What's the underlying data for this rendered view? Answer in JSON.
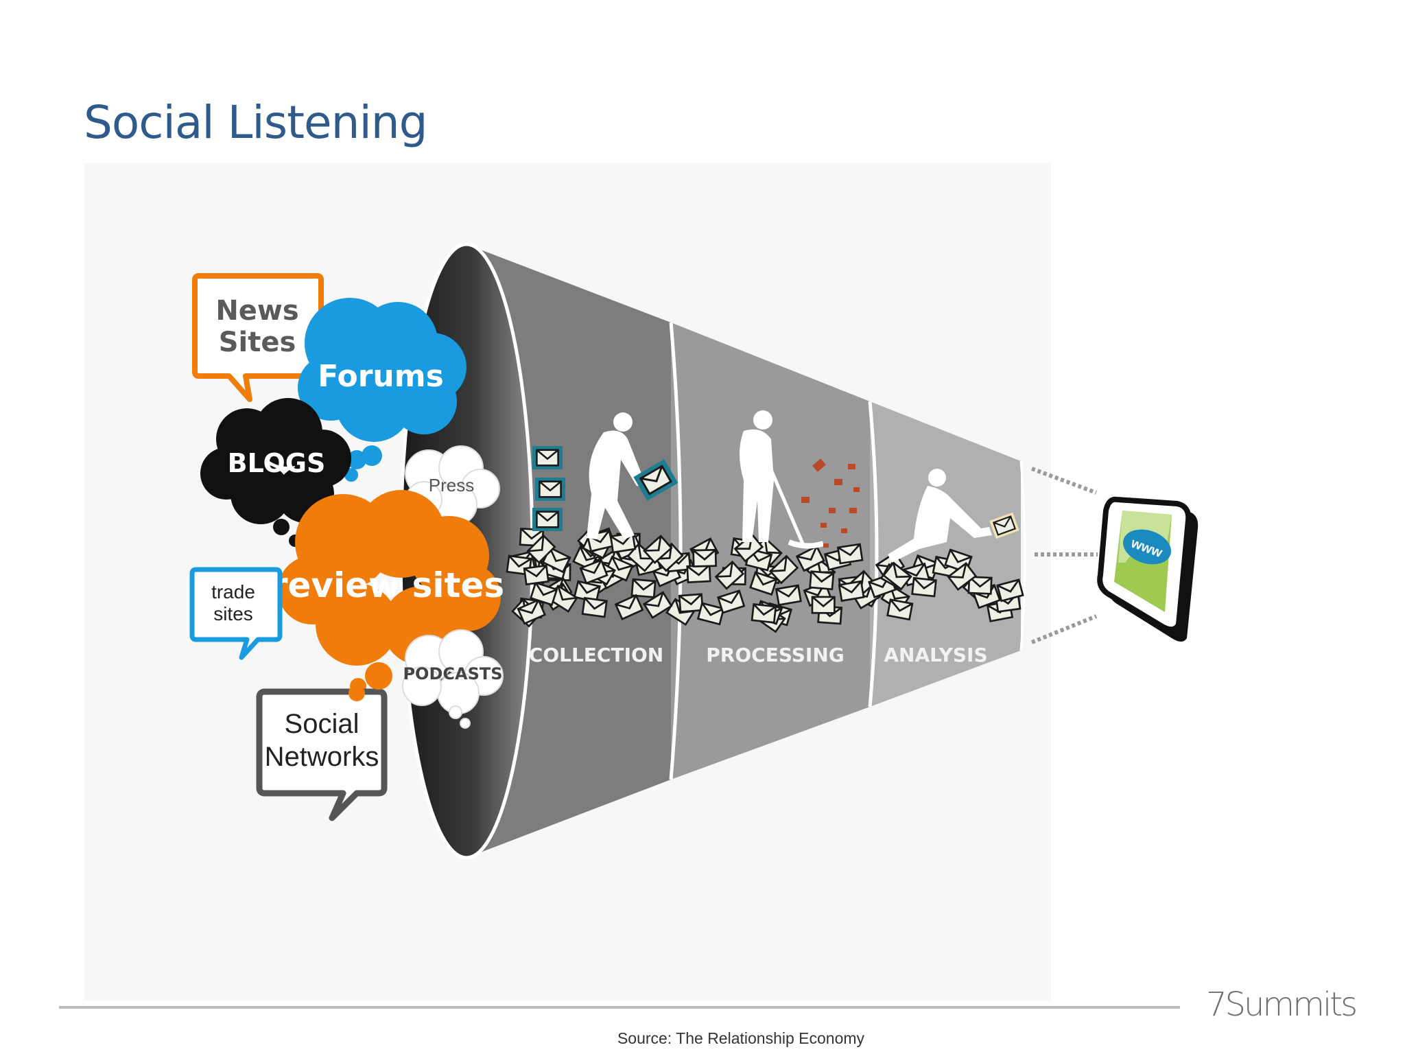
{
  "slide": {
    "title": "Social Listening",
    "source": "Source: The Relationship Economy",
    "brand": "7Summits"
  },
  "sources": {
    "news_sites": [
      "News",
      "Sites"
    ],
    "forums": "Forums",
    "blogs": "BLOGS",
    "press": "Press",
    "review_sites": "review sites",
    "trade_sites": [
      "trade",
      "sites"
    ],
    "podcasts": "PODCASTS",
    "social_networks": [
      "Social",
      "Networks"
    ]
  },
  "stages": [
    "COLLECTION",
    "PROCESSING",
    "ANALYSIS"
  ],
  "output": {
    "label": "www"
  },
  "colors": {
    "title": "#2f5a8c",
    "orange": "#f07d0b",
    "blue": "#1a9be0",
    "black": "#111111",
    "funnel_dark": "#7d7d7d",
    "funnel_mid": "#9a9a9a",
    "funnel_light": "#b0b0b0",
    "screen_green": "#9fca52"
  }
}
